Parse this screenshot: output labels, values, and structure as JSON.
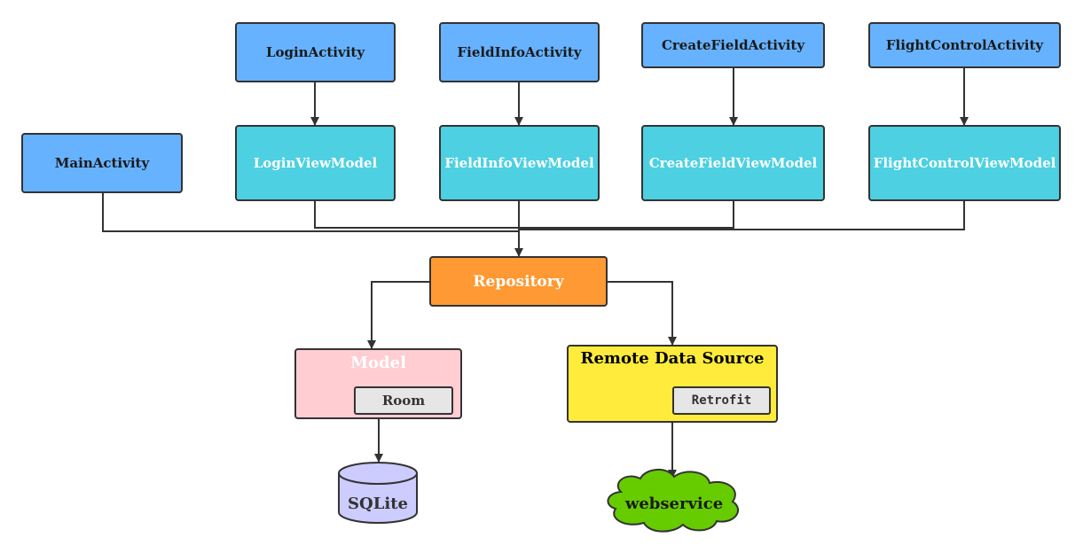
{
  "nodes": {
    "login_activity": "LoginActivity",
    "fieldinfo_activity": "FieldInfoActivity",
    "createfield_activity": "CreateFieldActivity",
    "flightcontrol_activity": "FlightControlActivity",
    "main_activity": "MainActivity",
    "login_viewmodel": "LoginViewModel",
    "fieldinfo_viewmodel": "FieldInfoViewModel",
    "createfield_viewmodel": "CreateFieldViewModel",
    "flightcontrol_viewmodel": "FlightControlViewModel",
    "repository": "Repository",
    "model": "Model",
    "room": "Room",
    "remote_data_source": "Remote Data Source",
    "retrofit": "Retrofit",
    "sqlite": "SQLite",
    "webservice": "webservice"
  },
  "colors": {
    "activity": "#66b2ff",
    "viewmodel": "#4dd0e1",
    "repository": "#ff9933",
    "model": "#ffcdd2",
    "remote": "#ffeb3b",
    "inner": "#e6e6e6",
    "sqlite": "#ccccff",
    "webservice": "#66cc00",
    "line": "#333333"
  }
}
